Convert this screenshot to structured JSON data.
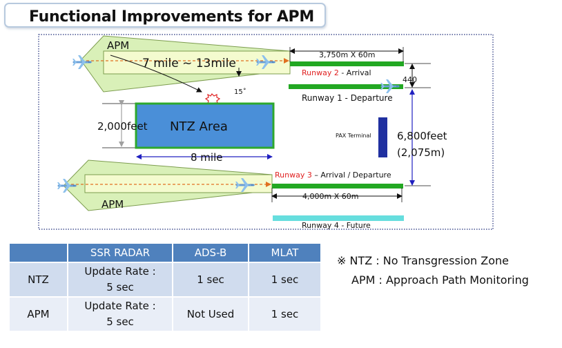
{
  "title": "Functional Improvements  for APM",
  "diagram": {
    "apm_label": "APM",
    "apm_distance": "7 mile ~ 13mile",
    "angle": "15˚",
    "ntz_area": "NTZ Area",
    "ntz_width": "2,000feet",
    "ntz_length": "8 mile",
    "runway2": {
      "name": "Runway  2",
      "use": " - Arrival",
      "dimension": "3,750m X 60m"
    },
    "runway1": {
      "name": "Runway  1 - Departure"
    },
    "runway3": {
      "name": "Runway  3",
      "use": " – Arrival / Departure",
      "dimension": "4,000m X 60m"
    },
    "runway4": {
      "name": "Runway  4 - Future"
    },
    "spacing_small": "440",
    "spacing_large": "6,800feet",
    "spacing_large_m": "(2,075m)",
    "terminal": "PAX Terminal",
    "colors": {
      "runway": "#22a822",
      "apm_fill": "#d9f0b8",
      "ntz_fill": "#4a8fd8",
      "runway_label_red": "#e02020",
      "future_runway": "#66dede",
      "terminal": "#2030a0"
    }
  },
  "table": {
    "headers": [
      "",
      "SSR RADAR",
      "ADS-B",
      "MLAT"
    ],
    "rows": [
      {
        "label": "NTZ",
        "ssr_line1": "Update Rate :",
        "ssr_line2": "5 sec",
        "adsb": "1 sec",
        "mlat": "1 sec"
      },
      {
        "label": "APM",
        "ssr_line1": "Update Rate :",
        "ssr_line2": "5 sec",
        "adsb": "Not Used",
        "mlat": "1 sec"
      }
    ]
  },
  "notes": {
    "ntz": "※ NTZ : No Transgression Zone",
    "apm": "APM : Approach Path Monitoring"
  }
}
